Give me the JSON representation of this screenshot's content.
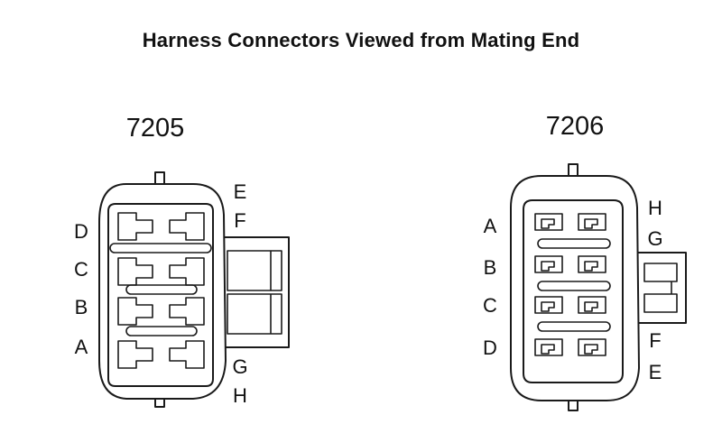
{
  "title": "Harness Connectors Viewed from Mating End",
  "connectors": [
    {
      "id": "7205",
      "left_pins": [
        "D",
        "C",
        "B",
        "A"
      ],
      "right_pins": [
        "E",
        "F",
        "G",
        "H"
      ]
    },
    {
      "id": "7206",
      "left_pins": [
        "A",
        "B",
        "C",
        "D"
      ],
      "right_pins": [
        "H",
        "G",
        "F",
        "E"
      ]
    }
  ]
}
